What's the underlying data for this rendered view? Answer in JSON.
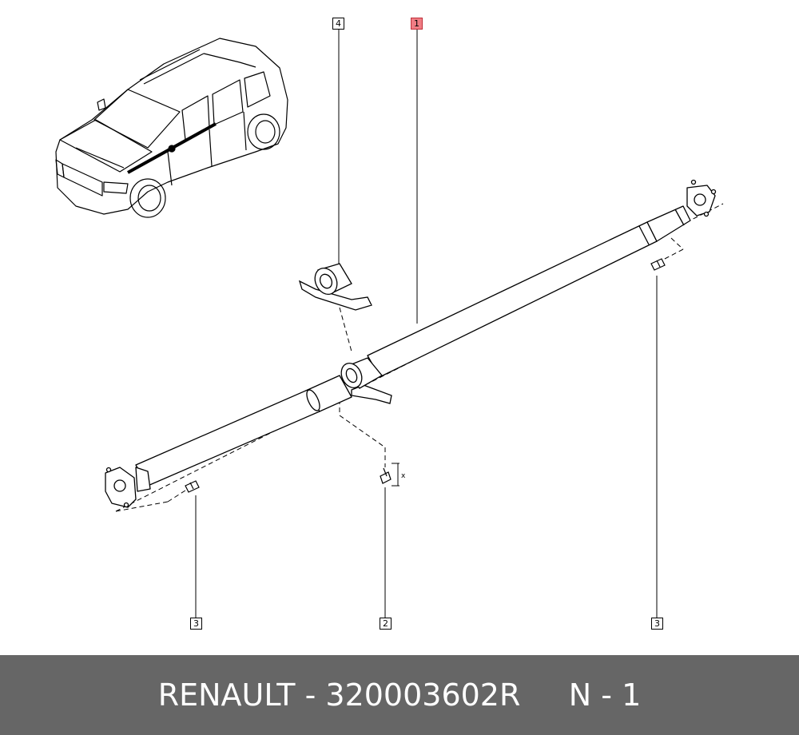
{
  "callouts": {
    "c4": "4",
    "c1": "1",
    "c3_left": "3",
    "c2": "2",
    "c3_right": "3"
  },
  "torque_mark": "x",
  "footer": {
    "brand": "RENAULT",
    "separator": " - ",
    "part_number": "320003602R",
    "spacer": "     ",
    "note": "N - 1"
  },
  "colors": {
    "highlight": "#f07d84",
    "footer_bg": "#666666"
  },
  "icons": [
    "car-location-icon",
    "center-bearing-icon",
    "bolt-icon",
    "driveshaft-icon"
  ]
}
